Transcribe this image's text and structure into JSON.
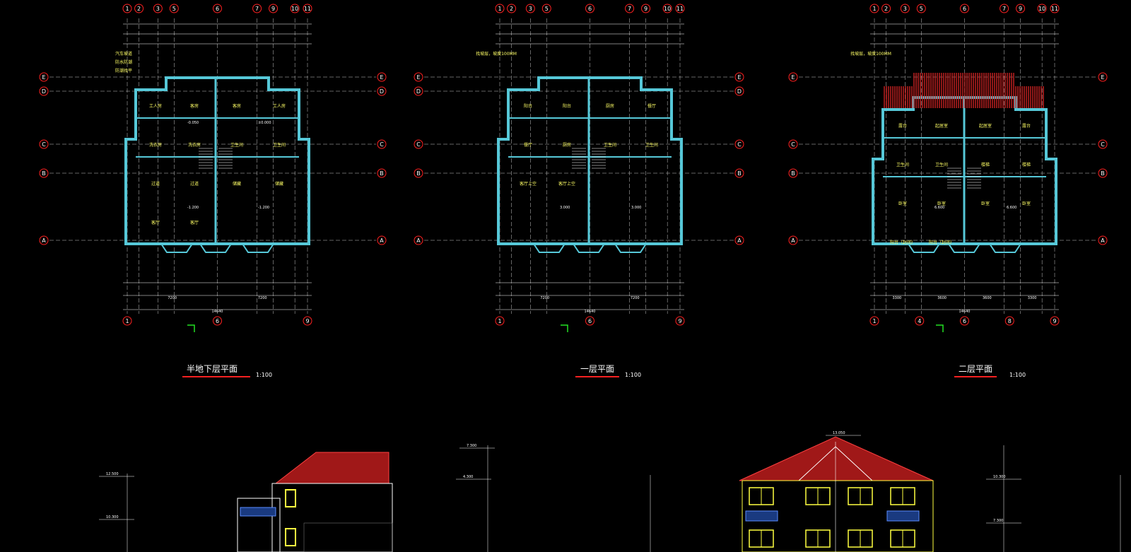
{
  "plans": [
    {
      "title": "半地下层平面",
      "scale": "1:100",
      "top_axes": [
        "1",
        "2",
        "3",
        "5",
        "6",
        "7",
        "9",
        "10",
        "11"
      ],
      "bottom_axes": [
        "1",
        "6",
        "9"
      ],
      "left_axes": [
        "E",
        "D",
        "C",
        "B",
        "A"
      ],
      "total_dim": "14640",
      "half_dims": [
        "7200",
        "7200"
      ],
      "rooms": [
        "工人房",
        "客房",
        "客房",
        "工人房",
        "洗衣房",
        "洗衣房",
        "卫生间",
        "卫生间",
        "过道",
        "过道",
        "储藏",
        "储藏",
        "客厅",
        "客厅"
      ],
      "elevations": [
        "-1.200",
        "-1.200",
        "-0.050",
        "±0.000"
      ],
      "notes": [
        "汽车坡道",
        "防水防潮",
        "防潮找平"
      ]
    },
    {
      "title": "一层平面",
      "scale": "1:100",
      "top_axes": [
        "1",
        "2",
        "3",
        "5",
        "6",
        "7",
        "9",
        "10",
        "11"
      ],
      "bottom_axes": [
        "1",
        "6",
        "9"
      ],
      "left_axes": [
        "E",
        "D",
        "C",
        "B",
        "A"
      ],
      "total_dim": "14640",
      "half_dims": [
        "7200",
        "7200"
      ],
      "rooms": [
        "阳台",
        "阳台",
        "厨房",
        "餐厅",
        "餐厅",
        "厨房",
        "卫生间",
        "卫生间",
        "客厅上空",
        "客厅上空"
      ],
      "elevations": [
        "3.000",
        "3.000"
      ],
      "notes": [
        "找坡层，坡度100MM"
      ]
    },
    {
      "title": "二层平面",
      "scale": "1:100",
      "top_axes": [
        "1",
        "2",
        "3",
        "5",
        "6",
        "7",
        "9",
        "10",
        "11"
      ],
      "bottom_axes": [
        "1",
        "4",
        "6",
        "8",
        "9"
      ],
      "left_axes": [
        "E",
        "C",
        "B",
        "A"
      ],
      "total_dim": "14640",
      "half_dims": [
        "3300",
        "3600",
        "3600",
        "3300"
      ],
      "rooms": [
        "露台",
        "起居室",
        "起居室",
        "露台",
        "卫生间",
        "卫生间",
        "楼梯",
        "楼梯",
        "卧室",
        "卧室",
        "卧室",
        "卧室",
        "阳台（封闭）",
        "阳台（封闭）"
      ],
      "elevations": [
        "6.600",
        "6.600"
      ],
      "notes": [
        "找坡层，坡度100MM"
      ]
    }
  ],
  "elevation_marks": [
    "12.500",
    "10.300",
    "7.300",
    "4.300",
    "13.050",
    "10.300",
    "7.300"
  ],
  "colors": {
    "background": "#000000",
    "axis_line": "#c8c8c8",
    "wall": "#56c8d8",
    "axis_circle": "#ff2020",
    "room_text": "#ffff66",
    "roof": "#c02020",
    "section_mark": "#22e022",
    "dim_line": "#ffffff"
  }
}
